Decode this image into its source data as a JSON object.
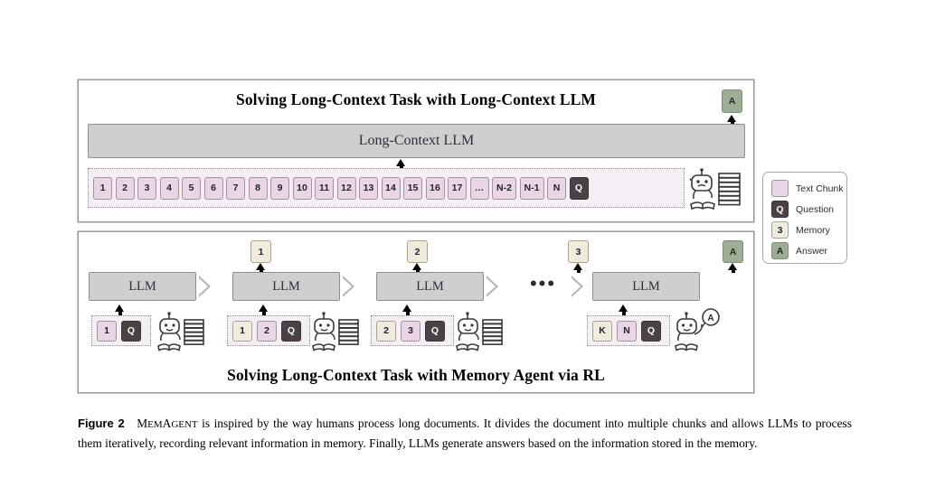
{
  "figure": {
    "label": "Figure 2",
    "caption_head_1": "M",
    "caption_head_2": "EM",
    "caption_head_3": "A",
    "caption_head_4": "GENT",
    "caption_body": " is inspired by the way humans process long documents. It divides the document into multiple chunks and allows LLMs to process them iteratively, recording relevant information in memory. Finally, LLMs generate answers based on the information stored in the memory."
  },
  "panel_top": {
    "title": "Solving Long-Context Task with Long-Context LLM",
    "llm_label": "Long-Context LLM",
    "answer": "A",
    "context_tokens": [
      {
        "text": "1",
        "kind": "chunk"
      },
      {
        "text": "2",
        "kind": "chunk"
      },
      {
        "text": "3",
        "kind": "chunk"
      },
      {
        "text": "4",
        "kind": "chunk"
      },
      {
        "text": "5",
        "kind": "chunk"
      },
      {
        "text": "6",
        "kind": "chunk"
      },
      {
        "text": "7",
        "kind": "chunk"
      },
      {
        "text": "8",
        "kind": "chunk"
      },
      {
        "text": "9",
        "kind": "chunk"
      },
      {
        "text": "10",
        "kind": "chunk"
      },
      {
        "text": "11",
        "kind": "chunk"
      },
      {
        "text": "12",
        "kind": "chunk"
      },
      {
        "text": "13",
        "kind": "chunk"
      },
      {
        "text": "14",
        "kind": "chunk"
      },
      {
        "text": "15",
        "kind": "chunk"
      },
      {
        "text": "16",
        "kind": "chunk"
      },
      {
        "text": "17",
        "kind": "chunk"
      },
      {
        "text": "…",
        "kind": "chunk"
      },
      {
        "text": "N-2",
        "kind": "chunk",
        "wide": true
      },
      {
        "text": "N-1",
        "kind": "chunk",
        "wide": true
      },
      {
        "text": "N",
        "kind": "chunk"
      },
      {
        "text": "Q",
        "kind": "question"
      }
    ]
  },
  "panel_bottom": {
    "title": "Solving Long-Context Task with Memory Agent via RL",
    "ellipsis": "•••",
    "stages": [
      {
        "llm_label": "LLM",
        "output": {
          "text": "1",
          "kind": "memory"
        },
        "inputs": [
          {
            "text": "1",
            "kind": "chunk"
          },
          {
            "text": "Q",
            "kind": "question"
          }
        ]
      },
      {
        "llm_label": "LLM",
        "output": {
          "text": "2",
          "kind": "memory"
        },
        "inputs": [
          {
            "text": "1",
            "kind": "memory"
          },
          {
            "text": "2",
            "kind": "chunk"
          },
          {
            "text": "Q",
            "kind": "question"
          }
        ]
      },
      {
        "llm_label": "LLM",
        "output": {
          "text": "3",
          "kind": "memory"
        },
        "inputs": [
          {
            "text": "2",
            "kind": "memory"
          },
          {
            "text": "3",
            "kind": "chunk"
          },
          {
            "text": "Q",
            "kind": "question"
          }
        ]
      },
      {
        "llm_label": "LLM",
        "output": {
          "text": "A",
          "kind": "answer"
        },
        "inputs": [
          {
            "text": "K",
            "kind": "memory"
          },
          {
            "text": "N",
            "kind": "chunk"
          },
          {
            "text": "Q",
            "kind": "question"
          }
        ]
      }
    ],
    "speech_bubble": "A"
  },
  "legend": {
    "rows": [
      {
        "glyph": "",
        "kind": "chunk",
        "label": "Text Chunk"
      },
      {
        "glyph": "Q",
        "kind": "question",
        "label": "Question"
      },
      {
        "glyph": "3",
        "kind": "memory",
        "label": "Memory"
      },
      {
        "glyph": "A",
        "kind": "answer",
        "label": "Answer"
      }
    ]
  },
  "colors": {
    "chunk": "#e9d5e6",
    "question": "#4a4246",
    "memory": "#efebdd",
    "answer": "#9dae94",
    "llm_bar": "#cfcfcf",
    "panel_border": "#9b9b9b"
  }
}
